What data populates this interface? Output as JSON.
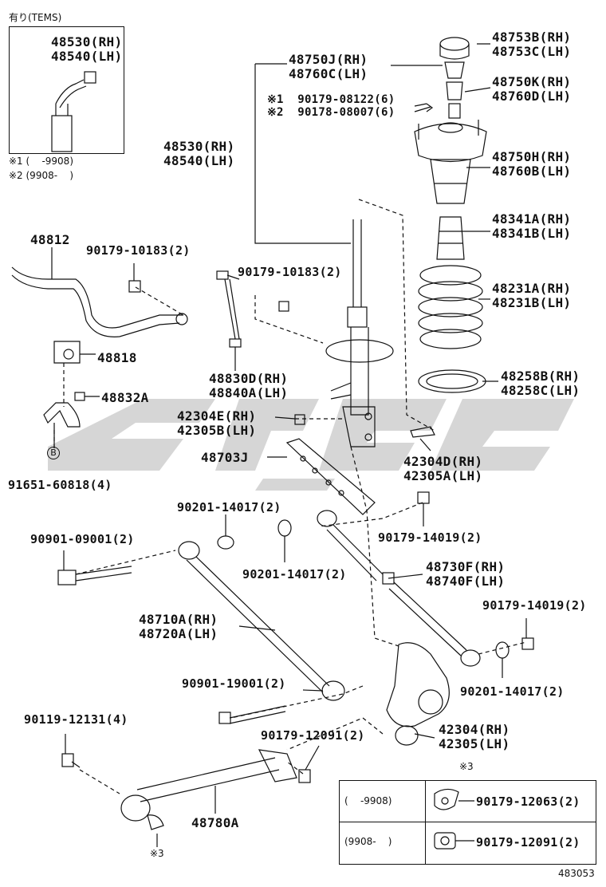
{
  "inset": {
    "title": "有り(TEMS)",
    "part_rh": "48530(RH)",
    "part_lh": "48540(LH)",
    "note1": "※1 (    -9908)",
    "note2": "※2 (9908-    )"
  },
  "labels": {
    "p48753": [
      "48753B(RH)",
      "48753C(LH)"
    ],
    "p48750j": [
      "48750J(RH)",
      "48760C(LH)"
    ],
    "p48750k": [
      "48750K(RH)",
      "48760D(LH)"
    ],
    "nuts": [
      "※1  90179-08122(6)",
      "※2  90178-08007(6)"
    ],
    "p48530": [
      "48530(RH)",
      "48540(LH)"
    ],
    "p48750h": [
      "48750H(RH)",
      "48760B(LH)"
    ],
    "p48341": [
      "48341A(RH)",
      "48341B(LH)"
    ],
    "p48812": "48812",
    "p90179_10183_a": "90179-10183(2)",
    "p90179_10183_b": "90179-10183(2)",
    "p48231": [
      "48231A(RH)",
      "48231B(LH)"
    ],
    "p48818": "48818",
    "p48830": [
      "48830D(RH)",
      "48840A(LH)"
    ],
    "p48258": [
      "48258B(RH)",
      "48258C(LH)"
    ],
    "p48832": "48832A",
    "p42304e": [
      "42304E(RH)",
      "42305B(LH)"
    ],
    "p48703": "48703J",
    "p42304d": [
      "42304D(RH)",
      "42305A(LH)"
    ],
    "p91651": "91651-60818(4)",
    "bolt_b": "B",
    "p90201_a": "90201-14017(2)",
    "p90179_14019_a": "90179-14019(2)",
    "p90901_09001": "90901-09001(2)",
    "p90201_b": "90201-14017(2)",
    "p48730": [
      "48730F(RH)",
      "48740F(LH)"
    ],
    "p48710": [
      "48710A(RH)",
      "48720A(LH)"
    ],
    "p90179_14019_b": "90179-14019(2)",
    "p90901_19001": "90901-19001(2)",
    "p90201_c": "90201-14017(2)",
    "p90119": "90119-12131(4)",
    "p90179_12091": "90179-12091(2)",
    "p42304": [
      "42304(RH)",
      "42305(LH)"
    ],
    "p48780": "48780A",
    "note3_mark": "※3",
    "note3_bottom": "※3",
    "diagram_id": "483053"
  },
  "table": {
    "rows": [
      {
        "range": "(    -9908)",
        "part": "90179-12063(2)"
      },
      {
        "range": "(9908-    )",
        "part": "90179-12091(2)"
      }
    ]
  },
  "colors": {
    "ink": "#111111",
    "watermark": "#c8c8c8"
  }
}
